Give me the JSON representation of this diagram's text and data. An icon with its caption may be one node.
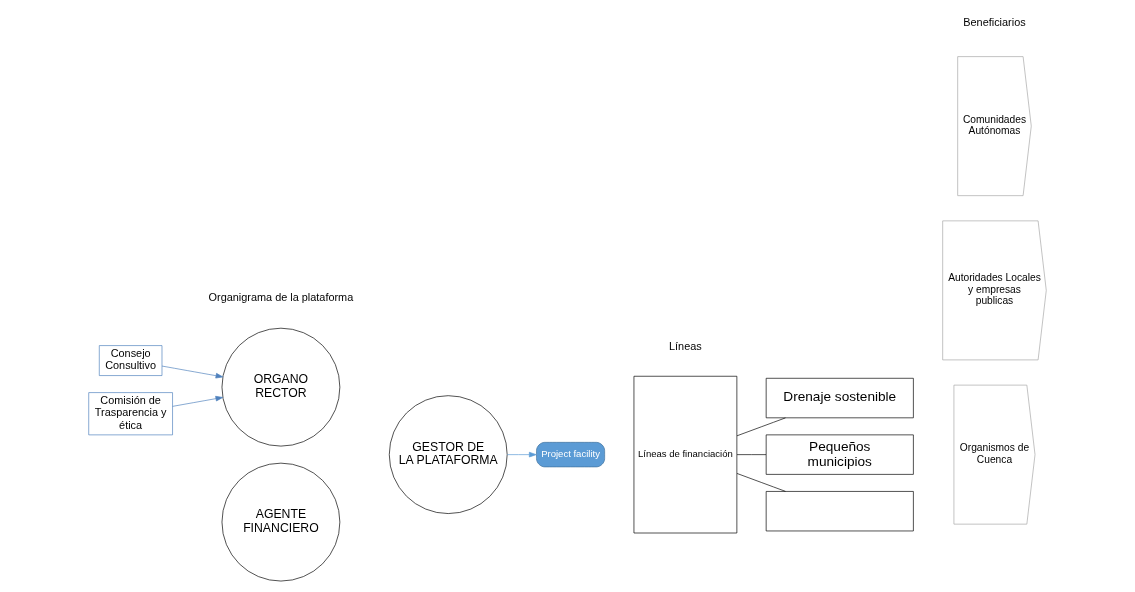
{
  "diagram": {
    "nodes": [
      {
        "text": [
          "Consejo Consultivo"
        ]
      },
      {
        "text": [
          "Comisión de Trasparencia y ética"
        ]
      },
      {
        "text": [
          "ORGANO RECTOR"
        ]
      },
      {
        "text": [
          "AGENTE FINANCIERO"
        ]
      },
      {
        "text": [
          "GESTOR DE LA PLATAFORMA"
        ]
      },
      {
        "text": [
          "Project facility"
        ]
      },
      {
        "text": [
          "Líneas de financiación"
        ]
      },
      {
        "text": [
          "Drenaje sostenible"
        ]
      },
      {
        "text": [
          "Pequeños municipios"
        ]
      },
      {
        "text": [],
        "shape": "box"
      },
      {
        "text": [
          "Autoridades Locales y empresas publicas"
        ]
      },
      {
        "text": [
          "Organismos de Cuenca"
        ]
      },
      {
        "text": [
          "Comunidades Autónomas"
        ]
      }
    ],
    "edges": [
      {
        "from": 0,
        "to": 2,
        "arrow": "to",
        "color": "#4f81bd"
      },
      {
        "from": 1,
        "to": 2,
        "arrow": "to",
        "color": "#4f81bd"
      },
      {
        "from": 4,
        "to": 5,
        "arrow": "to",
        "color": "#5b9bd5"
      },
      {
        "from": 6,
        "to": 7,
        "arrow": "none",
        "color": "#000000"
      },
      {
        "from": 6,
        "to": 8,
        "arrow": "none",
        "color": "#000000"
      },
      {
        "from": 6,
        "to": 9,
        "arrow": "none",
        "color": "#000000"
      }
    ],
    "labels": [
      "Organigrama de la plataforma",
      "Líneas",
      "Beneficiarios"
    ]
  }
}
